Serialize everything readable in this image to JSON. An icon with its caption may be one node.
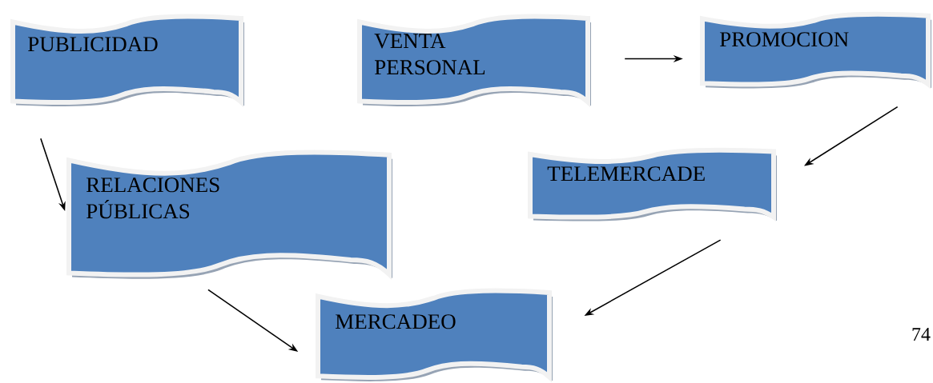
{
  "diagram": {
    "nodes": [
      {
        "text": [
          "PUBLICIDAD"
        ]
      },
      {
        "text": [
          "VENTA PERSONAL"
        ]
      },
      {
        "text": [
          "PROMOCION"
        ]
      },
      {
        "text": [
          "RELACIONES PÚBLICAS"
        ]
      },
      {
        "text": [
          "TELEMERCADE"
        ]
      },
      {
        "text": [
          "MERCADEO"
        ]
      }
    ],
    "edges": [
      {
        "from": 0,
        "to": 3,
        "arrow": "to"
      },
      {
        "from": 1,
        "to": 2,
        "arrow": "to"
      },
      {
        "from": 2,
        "to": 4,
        "arrow": "to"
      },
      {
        "from": 4,
        "to": 5,
        "arrow": "to"
      },
      {
        "from": 3,
        "to": 5,
        "arrow": "to"
      }
    ],
    "labels": [
      "74"
    ]
  }
}
